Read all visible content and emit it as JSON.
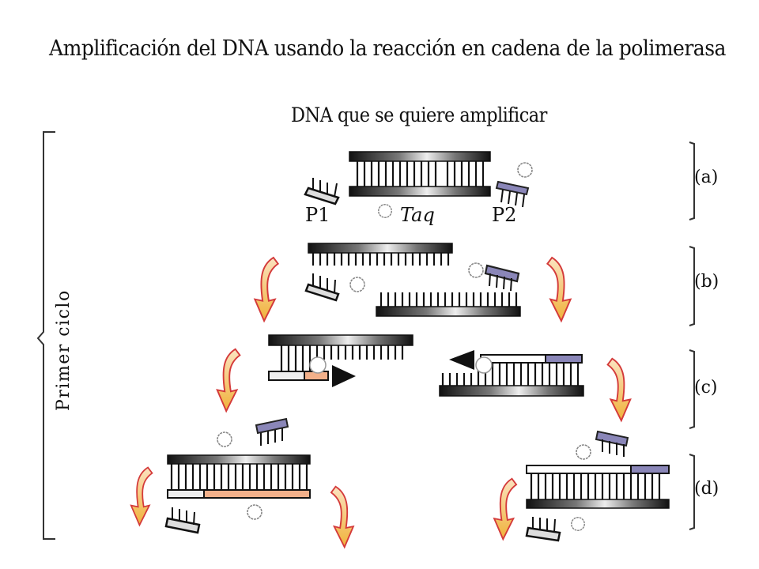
{
  "title": "Amplificación del DNA usando la reacción en cadena de la polimerasa",
  "subtitle": "DNA que se quiere amplificar",
  "labels": {
    "primer1": "P1",
    "primer2": "P2",
    "enzyme": "Taq"
  },
  "cycle_label": "Primer ciclo",
  "steps": [
    {
      "id": "a",
      "label": "(a)"
    },
    {
      "id": "b",
      "label": "(b)"
    },
    {
      "id": "c",
      "label": "(c)"
    },
    {
      "id": "d",
      "label": "(d)"
    }
  ],
  "colors": {
    "strand": "#111111",
    "primer1": "#d8d8d8",
    "primer2": "#8a86b8",
    "new_strand": "#f2b08a",
    "arrow_fill": "#f3c24a",
    "arrow_stroke": "#d43a3a"
  }
}
